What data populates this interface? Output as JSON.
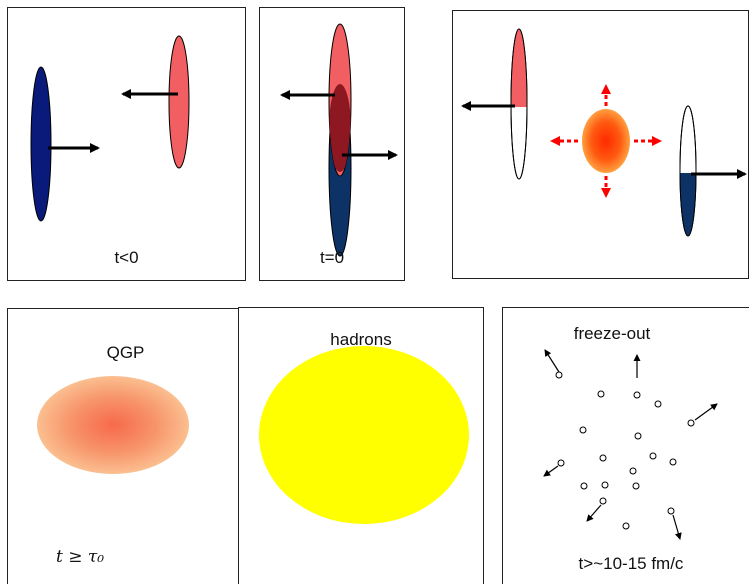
{
  "panels": {
    "p1": {
      "label": "t<0"
    },
    "p2": {
      "label": "t=0"
    },
    "p3": {
      "label": ""
    },
    "p4": {
      "title": "QGP",
      "time": "t ≥ τ₀"
    },
    "p5": {
      "title": "hadrons"
    },
    "p6": {
      "title": "freeze-out",
      "time": "t>~10-15 fm/c"
    }
  },
  "colors": {
    "nucleus_blue": "#0a1a7a",
    "nucleus_blue_dark": "#0d3366",
    "nucleus_red": "#f25f62",
    "overlap": "#8e1822",
    "fireball": "#ff5a10",
    "qgp": "#f59a6e",
    "hadrons": "#ffff00",
    "arrow": "#000000",
    "flow_arrow": "#ff0000"
  }
}
